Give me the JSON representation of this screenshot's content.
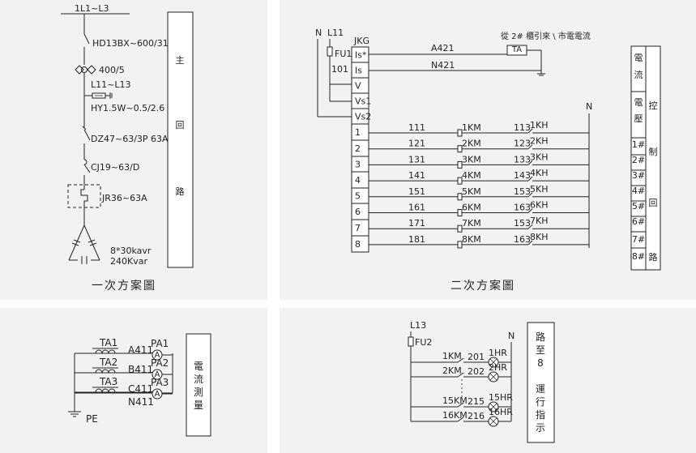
{
  "panel1": {
    "source": "1L1~L3",
    "breaker": "HD13BX~600/31",
    "ct": "400/5",
    "phases": "L11~L13",
    "arrester": "HY1.5W~0.5/2.6",
    "mcb": "DZ47~63/3P 63A",
    "contactor": "CJ19~63/D",
    "relay": "JR36~63A",
    "capacitor_1": "8*30kavr",
    "capacitor_2": "240Kvar",
    "side_chars": [
      "主",
      "回",
      "路"
    ],
    "caption": "一次方案圖"
  },
  "panel2": {
    "n_label": "N",
    "l11_label": "L11",
    "fu1": "FU1",
    "w101": "101",
    "jkg": "JKG",
    "terminals": [
      "Is*",
      "Is",
      "V",
      "Vs1",
      "Vs2",
      "1",
      "2",
      "3",
      "4",
      "5",
      "6",
      "7",
      "8"
    ],
    "ct_note": "從 2# 櫃引來 \\ 市電電流",
    "ct_box": "TA",
    "a421": "A421",
    "n421": "N421",
    "n_right": "N",
    "rows": [
      {
        "w1": "111",
        "km": "1KM",
        "w2": "113",
        "kh": "1KH"
      },
      {
        "w1": "121",
        "km": "2KM",
        "w2": "123",
        "kh": "2KH"
      },
      {
        "w1": "131",
        "km": "3KM",
        "w2": "133",
        "kh": "3KH"
      },
      {
        "w1": "141",
        "km": "4KM",
        "w2": "143",
        "kh": "4KH"
      },
      {
        "w1": "151",
        "km": "5KM",
        "w2": "153",
        "kh": "5KH"
      },
      {
        "w1": "161",
        "km": "6KM",
        "w2": "163",
        "kh": "6KH"
      },
      {
        "w1": "171",
        "km": "7KM",
        "w2": "153",
        "kh": "7KH"
      },
      {
        "w1": "181",
        "km": "8KM",
        "w2": "163",
        "kh": "8KH"
      }
    ],
    "table_left": [
      "電",
      "流",
      "電",
      "壓",
      "1#",
      "2#",
      "3#",
      "4#",
      "5#",
      "6#",
      "7#",
      "8#"
    ],
    "table_right": [
      "控",
      "制",
      "回",
      "路"
    ],
    "caption": "二次方案圖"
  },
  "panel3": {
    "rows": [
      {
        "ta": "TA1",
        "wire": "A411",
        "pa": "PA1"
      },
      {
        "ta": "TA2",
        "wire": "B411",
        "pa": "PA2"
      },
      {
        "ta": "TA3",
        "wire": "C411",
        "pa": "PA3"
      }
    ],
    "n411": "N411",
    "pe": "PE",
    "side_chars": [
      "電",
      "流",
      "測",
      "量"
    ]
  },
  "panel4": {
    "l13": "L13",
    "fu2": "FU2",
    "n_label": "N",
    "rows": [
      {
        "km": "1KM",
        "wire": "201",
        "hr": "1HR"
      },
      {
        "km": "2KM",
        "wire": "202",
        "hr": "2HR"
      },
      {
        "km": "15KM",
        "wire": "215",
        "hr": "15HR"
      },
      {
        "km": "16KM",
        "wire": "216",
        "hr": "16HR"
      }
    ],
    "side_chars": [
      "路",
      "至",
      "8",
      "運",
      "行",
      "指",
      "示"
    ]
  }
}
